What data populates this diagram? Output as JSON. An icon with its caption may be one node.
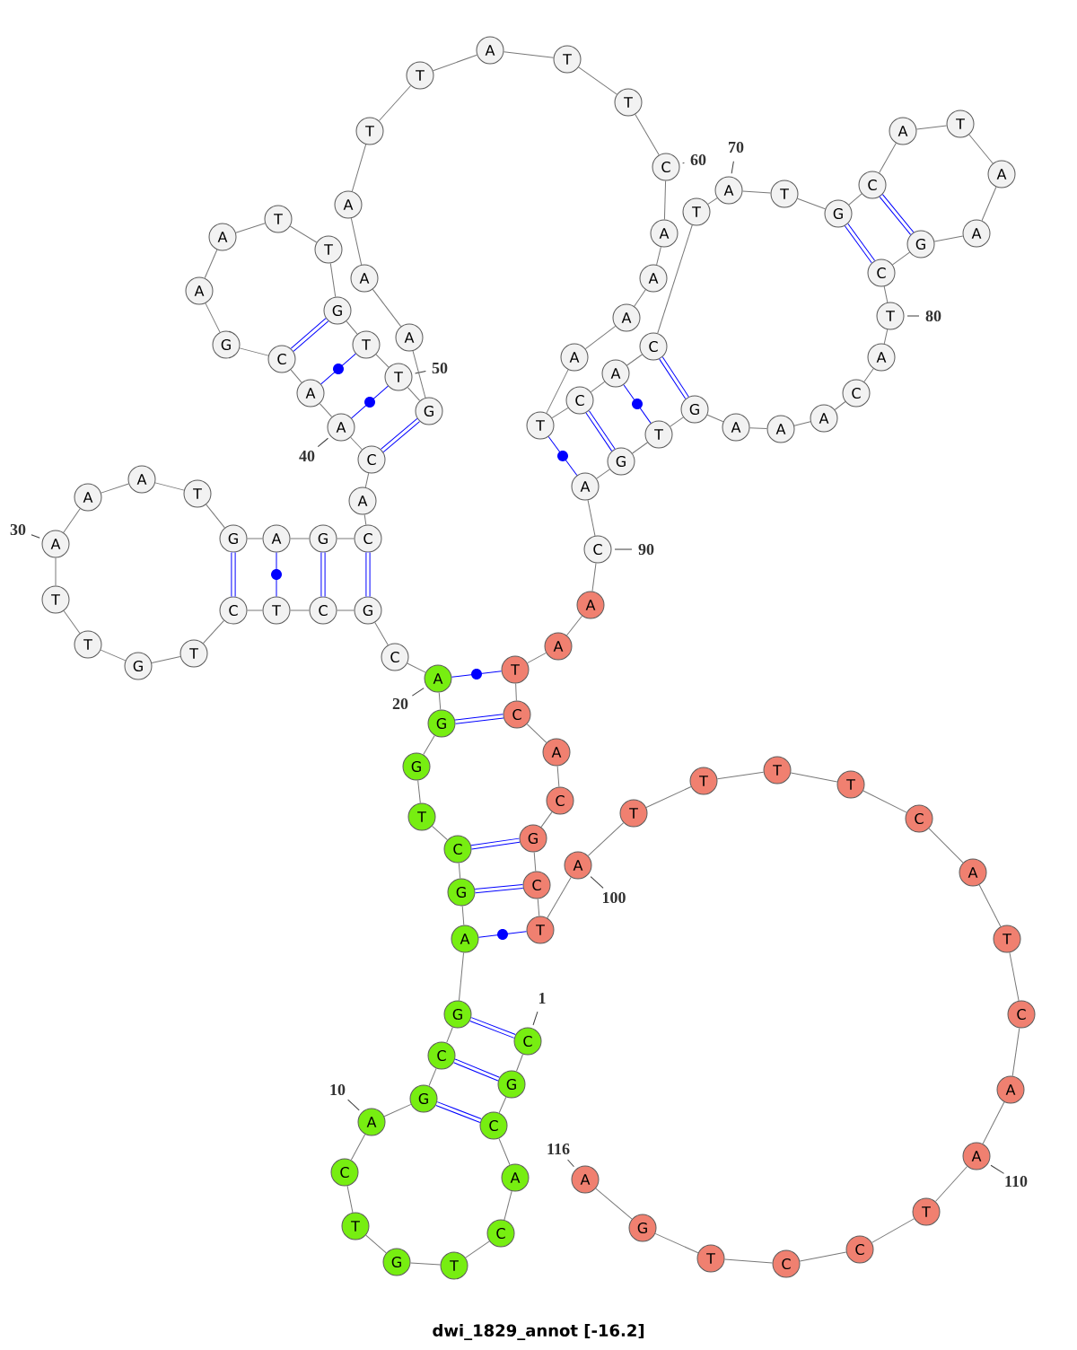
{
  "diagram": {
    "caption": "dwi_1829_annot [-16.2]",
    "nodes": [
      {
        "text": [
          "C"
        ],
        "beside": [
          "1"
        ]
      },
      {
        "text": [
          "G"
        ]
      },
      {
        "text": [
          "C"
        ]
      },
      {
        "text": [
          "A"
        ]
      },
      {
        "text": [
          "C"
        ]
      },
      {
        "text": [
          "T"
        ]
      },
      {
        "text": [
          "G"
        ]
      },
      {
        "text": [
          "T"
        ]
      },
      {
        "text": [
          "C"
        ]
      },
      {
        "text": [
          "A"
        ],
        "beside": [
          "10"
        ]
      },
      {
        "text": [
          "G"
        ]
      },
      {
        "text": [
          "C"
        ]
      },
      {
        "text": [
          "G"
        ]
      },
      {
        "text": [
          "A"
        ]
      },
      {
        "text": [
          "G"
        ]
      },
      {
        "text": [
          "C"
        ]
      },
      {
        "text": [
          "T"
        ]
      },
      {
        "text": [
          "G"
        ]
      },
      {
        "text": [
          "G"
        ]
      },
      {
        "text": [
          "A"
        ],
        "beside": [
          "20"
        ]
      },
      {
        "text": [
          "C"
        ]
      },
      {
        "text": [
          "G"
        ]
      },
      {
        "text": [
          "C"
        ]
      },
      {
        "text": [
          "T"
        ]
      },
      {
        "text": [
          "C"
        ]
      },
      {
        "text": [
          "T"
        ]
      },
      {
        "text": [
          "G"
        ]
      },
      {
        "text": [
          "T"
        ]
      },
      {
        "text": [
          "T"
        ]
      },
      {
        "text": [
          "A"
        ],
        "beside": [
          "30"
        ]
      },
      {
        "text": [
          "A"
        ]
      },
      {
        "text": [
          "A"
        ]
      },
      {
        "text": [
          "T"
        ]
      },
      {
        "text": [
          "G"
        ]
      },
      {
        "text": [
          "A"
        ]
      },
      {
        "text": [
          "G"
        ]
      },
      {
        "text": [
          "C"
        ]
      },
      {
        "text": [
          "A"
        ]
      },
      {
        "text": [
          "C"
        ]
      },
      {
        "text": [
          "A"
        ],
        "beside": [
          "40"
        ]
      },
      {
        "text": [
          "A"
        ]
      },
      {
        "text": [
          "C"
        ]
      },
      {
        "text": [
          "G"
        ]
      },
      {
        "text": [
          "A"
        ]
      },
      {
        "text": [
          "A"
        ]
      },
      {
        "text": [
          "T"
        ]
      },
      {
        "text": [
          "T"
        ]
      },
      {
        "text": [
          "G"
        ]
      },
      {
        "text": [
          "T"
        ]
      },
      {
        "text": [
          "T"
        ],
        "beside": [
          "50"
        ]
      },
      {
        "text": [
          "G"
        ]
      },
      {
        "text": [
          "A"
        ]
      },
      {
        "text": [
          "A"
        ]
      },
      {
        "text": [
          "A"
        ]
      },
      {
        "text": [
          "T"
        ]
      },
      {
        "text": [
          "T"
        ]
      },
      {
        "text": [
          "A"
        ]
      },
      {
        "text": [
          "T"
        ]
      },
      {
        "text": [
          "T"
        ]
      },
      {
        "text": [
          "C"
        ],
        "beside": [
          "60"
        ]
      },
      {
        "text": [
          "A"
        ]
      },
      {
        "text": [
          "A"
        ]
      },
      {
        "text": [
          "A"
        ]
      },
      {
        "text": [
          "A"
        ]
      },
      {
        "text": [
          "T"
        ]
      },
      {
        "text": [
          "C"
        ]
      },
      {
        "text": [
          "A"
        ]
      },
      {
        "text": [
          "C"
        ]
      },
      {
        "text": [
          "T"
        ]
      },
      {
        "text": [
          "A"
        ],
        "beside": [
          "70"
        ]
      },
      {
        "text": [
          "T"
        ]
      },
      {
        "text": [
          "G"
        ]
      },
      {
        "text": [
          "C"
        ]
      },
      {
        "text": [
          "A"
        ]
      },
      {
        "text": [
          "T"
        ]
      },
      {
        "text": [
          "A"
        ]
      },
      {
        "text": [
          "A"
        ]
      },
      {
        "text": [
          "G"
        ]
      },
      {
        "text": [
          "C"
        ]
      },
      {
        "text": [
          "T"
        ],
        "beside": [
          "80"
        ]
      },
      {
        "text": [
          "A"
        ]
      },
      {
        "text": [
          "C"
        ]
      },
      {
        "text": [
          "A"
        ]
      },
      {
        "text": [
          "A"
        ]
      },
      {
        "text": [
          "A"
        ]
      },
      {
        "text": [
          "G"
        ]
      },
      {
        "text": [
          "T"
        ]
      },
      {
        "text": [
          "G"
        ]
      },
      {
        "text": [
          "A"
        ]
      },
      {
        "text": [
          "C"
        ],
        "beside": [
          "90"
        ]
      },
      {
        "text": [
          "A"
        ]
      },
      {
        "text": [
          "A"
        ]
      },
      {
        "text": [
          "T"
        ]
      },
      {
        "text": [
          "C"
        ]
      },
      {
        "text": [
          "A"
        ]
      },
      {
        "text": [
          "C"
        ]
      },
      {
        "text": [
          "G"
        ]
      },
      {
        "text": [
          "C"
        ]
      },
      {
        "text": [
          "T"
        ]
      },
      {
        "text": [
          "A"
        ],
        "beside": [
          "100"
        ]
      },
      {
        "text": [
          "T"
        ]
      },
      {
        "text": [
          "T"
        ]
      },
      {
        "text": [
          "T"
        ]
      },
      {
        "text": [
          "T"
        ]
      },
      {
        "text": [
          "C"
        ]
      },
      {
        "text": [
          "A"
        ]
      },
      {
        "text": [
          "T"
        ]
      },
      {
        "text": [
          "C"
        ]
      },
      {
        "text": [
          "A"
        ]
      },
      {
        "text": [
          "A"
        ],
        "beside": [
          "110"
        ]
      },
      {
        "text": [
          "T"
        ]
      },
      {
        "text": [
          "C"
        ]
      },
      {
        "text": [
          "C"
        ]
      },
      {
        "text": [
          "T"
        ]
      },
      {
        "text": [
          "G"
        ]
      },
      {
        "text": [
          "A"
        ],
        "beside": [
          "116"
        ]
      }
    ],
    "edges": [
      {
        "from": 0,
        "to": 1,
        "arrow": "none"
      },
      {
        "from": 1,
        "to": 2,
        "arrow": "none"
      },
      {
        "from": 2,
        "to": 3,
        "arrow": "none"
      },
      {
        "from": 3,
        "to": 4,
        "arrow": "none"
      },
      {
        "from": 4,
        "to": 5,
        "arrow": "none"
      },
      {
        "from": 5,
        "to": 6,
        "arrow": "none"
      },
      {
        "from": 6,
        "to": 7,
        "arrow": "none"
      },
      {
        "from": 7,
        "to": 8,
        "arrow": "none"
      },
      {
        "from": 8,
        "to": 9,
        "arrow": "none"
      },
      {
        "from": 9,
        "to": 10,
        "arrow": "none"
      },
      {
        "from": 10,
        "to": 11,
        "arrow": "none"
      },
      {
        "from": 11,
        "to": 12,
        "arrow": "none"
      },
      {
        "from": 12,
        "to": 13,
        "arrow": "none"
      },
      {
        "from": 13,
        "to": 14,
        "arrow": "none"
      },
      {
        "from": 14,
        "to": 15,
        "arrow": "none"
      },
      {
        "from": 15,
        "to": 16,
        "arrow": "none"
      },
      {
        "from": 16,
        "to": 17,
        "arrow": "none"
      },
      {
        "from": 17,
        "to": 18,
        "arrow": "none"
      },
      {
        "from": 18,
        "to": 19,
        "arrow": "none"
      },
      {
        "from": 19,
        "to": 20,
        "arrow": "none"
      },
      {
        "from": 20,
        "to": 21,
        "arrow": "none"
      },
      {
        "from": 21,
        "to": 22,
        "arrow": "none"
      },
      {
        "from": 22,
        "to": 23,
        "arrow": "none"
      },
      {
        "from": 23,
        "to": 24,
        "arrow": "none"
      },
      {
        "from": 24,
        "to": 25,
        "arrow": "none"
      },
      {
        "from": 25,
        "to": 26,
        "arrow": "none"
      },
      {
        "from": 26,
        "to": 27,
        "arrow": "none"
      },
      {
        "from": 27,
        "to": 28,
        "arrow": "none"
      },
      {
        "from": 28,
        "to": 29,
        "arrow": "none"
      },
      {
        "from": 29,
        "to": 30,
        "arrow": "none"
      },
      {
        "from": 30,
        "to": 31,
        "arrow": "none"
      },
      {
        "from": 31,
        "to": 32,
        "arrow": "none"
      },
      {
        "from": 32,
        "to": 33,
        "arrow": "none"
      },
      {
        "from": 33,
        "to": 34,
        "arrow": "none"
      },
      {
        "from": 34,
        "to": 35,
        "arrow": "none"
      },
      {
        "from": 35,
        "to": 36,
        "arrow": "none"
      },
      {
        "from": 36,
        "to": 37,
        "arrow": "none"
      },
      {
        "from": 37,
        "to": 38,
        "arrow": "none"
      },
      {
        "from": 38,
        "to": 39,
        "arrow": "none"
      },
      {
        "from": 39,
        "to": 40,
        "arrow": "none"
      },
      {
        "from": 40,
        "to": 41,
        "arrow": "none"
      },
      {
        "from": 41,
        "to": 42,
        "arrow": "none"
      },
      {
        "from": 42,
        "to": 43,
        "arrow": "none"
      },
      {
        "from": 43,
        "to": 44,
        "arrow": "none"
      },
      {
        "from": 44,
        "to": 45,
        "arrow": "none"
      },
      {
        "from": 45,
        "to": 46,
        "arrow": "none"
      },
      {
        "from": 46,
        "to": 47,
        "arrow": "none"
      },
      {
        "from": 47,
        "to": 48,
        "arrow": "none"
      },
      {
        "from": 48,
        "to": 49,
        "arrow": "none"
      },
      {
        "from": 49,
        "to": 50,
        "arrow": "none"
      },
      {
        "from": 50,
        "to": 51,
        "arrow": "none"
      },
      {
        "from": 51,
        "to": 52,
        "arrow": "none"
      },
      {
        "from": 52,
        "to": 53,
        "arrow": "none"
      },
      {
        "from": 53,
        "to": 54,
        "arrow": "none"
      },
      {
        "from": 54,
        "to": 55,
        "arrow": "none"
      },
      {
        "from": 55,
        "to": 56,
        "arrow": "none"
      },
      {
        "from": 56,
        "to": 57,
        "arrow": "none"
      },
      {
        "from": 57,
        "to": 58,
        "arrow": "none"
      },
      {
        "from": 58,
        "to": 59,
        "arrow": "none"
      },
      {
        "from": 59,
        "to": 60,
        "arrow": "none"
      },
      {
        "from": 60,
        "to": 61,
        "arrow": "none"
      },
      {
        "from": 61,
        "to": 62,
        "arrow": "none"
      },
      {
        "from": 62,
        "to": 63,
        "arrow": "none"
      },
      {
        "from": 63,
        "to": 64,
        "arrow": "none"
      },
      {
        "from": 64,
        "to": 65,
        "arrow": "none"
      },
      {
        "from": 65,
        "to": 66,
        "arrow": "none"
      },
      {
        "from": 66,
        "to": 67,
        "arrow": "none"
      },
      {
        "from": 67,
        "to": 68,
        "arrow": "none"
      },
      {
        "from": 68,
        "to": 69,
        "arrow": "none"
      },
      {
        "from": 69,
        "to": 70,
        "arrow": "none"
      },
      {
        "from": 70,
        "to": 71,
        "arrow": "none"
      },
      {
        "from": 71,
        "to": 72,
        "arrow": "none"
      },
      {
        "from": 72,
        "to": 73,
        "arrow": "none"
      },
      {
        "from": 73,
        "to": 74,
        "arrow": "none"
      },
      {
        "from": 74,
        "to": 75,
        "arrow": "none"
      },
      {
        "from": 75,
        "to": 76,
        "arrow": "none"
      },
      {
        "from": 76,
        "to": 77,
        "arrow": "none"
      },
      {
        "from": 77,
        "to": 78,
        "arrow": "none"
      },
      {
        "from": 78,
        "to": 79,
        "arrow": "none"
      },
      {
        "from": 79,
        "to": 80,
        "arrow": "none"
      },
      {
        "from": 80,
        "to": 81,
        "arrow": "none"
      },
      {
        "from": 81,
        "to": 82,
        "arrow": "none"
      },
      {
        "from": 82,
        "to": 83,
        "arrow": "none"
      },
      {
        "from": 83,
        "to": 84,
        "arrow": "none"
      },
      {
        "from": 84,
        "to": 85,
        "arrow": "none"
      },
      {
        "from": 85,
        "to": 86,
        "arrow": "none"
      },
      {
        "from": 86,
        "to": 87,
        "arrow": "none"
      },
      {
        "from": 87,
        "to": 88,
        "arrow": "none"
      },
      {
        "from": 88,
        "to": 89,
        "arrow": "none"
      },
      {
        "from": 89,
        "to": 90,
        "arrow": "none"
      },
      {
        "from": 90,
        "to": 91,
        "arrow": "none"
      },
      {
        "from": 91,
        "to": 92,
        "arrow": "none"
      },
      {
        "from": 92,
        "to": 93,
        "arrow": "none"
      },
      {
        "from": 93,
        "to": 94,
        "arrow": "none"
      },
      {
        "from": 94,
        "to": 95,
        "arrow": "none"
      },
      {
        "from": 95,
        "to": 96,
        "arrow": "none"
      },
      {
        "from": 96,
        "to": 97,
        "arrow": "none"
      },
      {
        "from": 97,
        "to": 98,
        "arrow": "none"
      },
      {
        "from": 98,
        "to": 99,
        "arrow": "none"
      },
      {
        "from": 99,
        "to": 100,
        "arrow": "none"
      },
      {
        "from": 100,
        "to": 101,
        "arrow": "none"
      },
      {
        "from": 101,
        "to": 102,
        "arrow": "none"
      },
      {
        "from": 102,
        "to": 103,
        "arrow": "none"
      },
      {
        "from": 103,
        "to": 104,
        "arrow": "none"
      },
      {
        "from": 104,
        "to": 105,
        "arrow": "none"
      },
      {
        "from": 105,
        "to": 106,
        "arrow": "none"
      },
      {
        "from": 106,
        "to": 107,
        "arrow": "none"
      },
      {
        "from": 107,
        "to": 108,
        "arrow": "none"
      },
      {
        "from": 108,
        "to": 109,
        "arrow": "none"
      },
      {
        "from": 109,
        "to": 110,
        "arrow": "none"
      },
      {
        "from": 110,
        "to": 111,
        "arrow": "none"
      },
      {
        "from": 111,
        "to": 112,
        "arrow": "none"
      },
      {
        "from": 112,
        "to": 113,
        "arrow": "none"
      },
      {
        "from": 113,
        "to": 114,
        "arrow": "none"
      },
      {
        "from": 114,
        "to": 115,
        "arrow": "none"
      },
      {
        "from": 0,
        "to": 12,
        "arrow": "none",
        "style": "thick",
        "color": "#0000ff"
      },
      {
        "from": 1,
        "to": 11,
        "arrow": "none",
        "style": "thick",
        "color": "#0000ff"
      },
      {
        "from": 2,
        "to": 10,
        "arrow": "none",
        "style": "thick",
        "color": "#0000ff"
      },
      {
        "from": 13,
        "to": 98,
        "arrow": "none",
        "color": "#0000ff"
      },
      {
        "from": 14,
        "to": 97,
        "arrow": "none",
        "style": "thick",
        "color": "#0000ff"
      },
      {
        "from": 15,
        "to": 96,
        "arrow": "none",
        "style": "thick",
        "color": "#0000ff"
      },
      {
        "from": 18,
        "to": 93,
        "arrow": "none",
        "style": "thick",
        "color": "#0000ff"
      },
      {
        "from": 19,
        "to": 92,
        "arrow": "none",
        "color": "#0000ff"
      },
      {
        "from": 21,
        "to": 36,
        "arrow": "none",
        "style": "thick",
        "color": "#0000ff"
      },
      {
        "from": 22,
        "to": 35,
        "arrow": "none",
        "style": "thick",
        "color": "#0000ff"
      },
      {
        "from": 23,
        "to": 34,
        "arrow": "none",
        "color": "#0000ff"
      },
      {
        "from": 24,
        "to": 33,
        "arrow": "none",
        "style": "thick",
        "color": "#0000ff"
      },
      {
        "from": 38,
        "to": 50,
        "arrow": "none",
        "style": "thick",
        "color": "#0000ff"
      },
      {
        "from": 39,
        "to": 49,
        "arrow": "none",
        "color": "#0000ff"
      },
      {
        "from": 40,
        "to": 48,
        "arrow": "none",
        "color": "#0000ff"
      },
      {
        "from": 41,
        "to": 47,
        "arrow": "none",
        "style": "thick",
        "color": "#0000ff"
      },
      {
        "from": 64,
        "to": 88,
        "arrow": "none",
        "color": "#0000ff"
      },
      {
        "from": 65,
        "to": 87,
        "arrow": "none",
        "style": "thick",
        "color": "#0000ff"
      },
      {
        "from": 66,
        "to": 86,
        "arrow": "none",
        "color": "#0000ff"
      },
      {
        "from": 67,
        "to": 85,
        "arrow": "none",
        "style": "thick",
        "color": "#0000ff"
      },
      {
        "from": 71,
        "to": 78,
        "arrow": "none",
        "style": "thick",
        "color": "#0000ff"
      },
      {
        "from": 72,
        "to": 77,
        "arrow": "none",
        "style": "thick",
        "color": "#0000ff"
      }
    ]
  }
}
